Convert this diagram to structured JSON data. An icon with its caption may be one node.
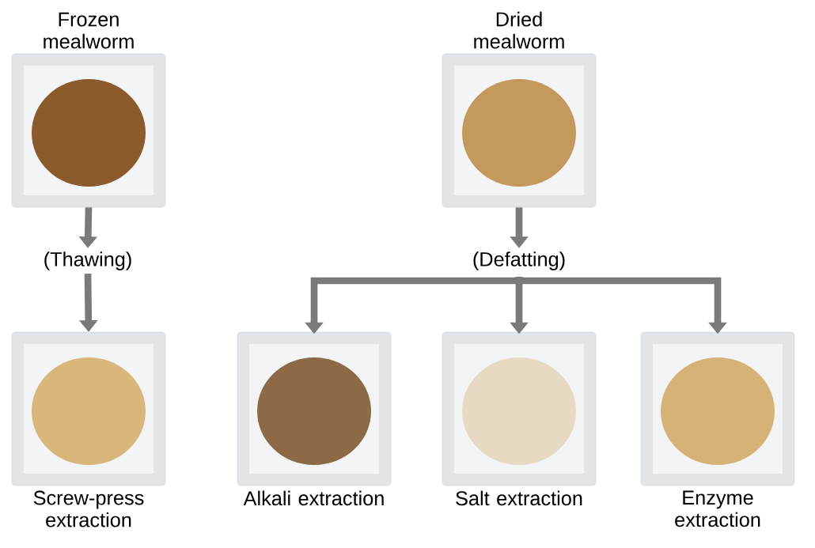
{
  "diagram": {
    "nodes": [
      {
        "text": [
          "Frozen mealworm"
        ]
      },
      {
        "text": [
          "(Thawing)"
        ]
      },
      {
        "text": [
          "Screw-press extraction"
        ]
      },
      {
        "text": [
          "Dried mealworm"
        ]
      },
      {
        "text": [
          "(Defatting)"
        ]
      },
      {
        "text": [
          "Alkali extraction"
        ]
      },
      {
        "text": [
          "Salt extraction"
        ]
      },
      {
        "text": [
          "Enzyme extraction"
        ]
      }
    ],
    "edges": [
      {
        "from": 0,
        "to": 1,
        "arrow": "to",
        "color": "#7a7a7a"
      },
      {
        "from": 1,
        "to": 2,
        "arrow": "to",
        "color": "#7a7a7a"
      },
      {
        "from": 3,
        "to": 4,
        "arrow": "to",
        "color": "#7a7a7a"
      },
      {
        "from": 4,
        "to": 5,
        "arrow": "to",
        "color": "#7a7a7a"
      },
      {
        "from": 4,
        "to": 6,
        "arrow": "to",
        "color": "#7a7a7a"
      },
      {
        "from": 4,
        "to": 7,
        "arrow": "to",
        "color": "#7a7a7a"
      }
    ]
  }
}
